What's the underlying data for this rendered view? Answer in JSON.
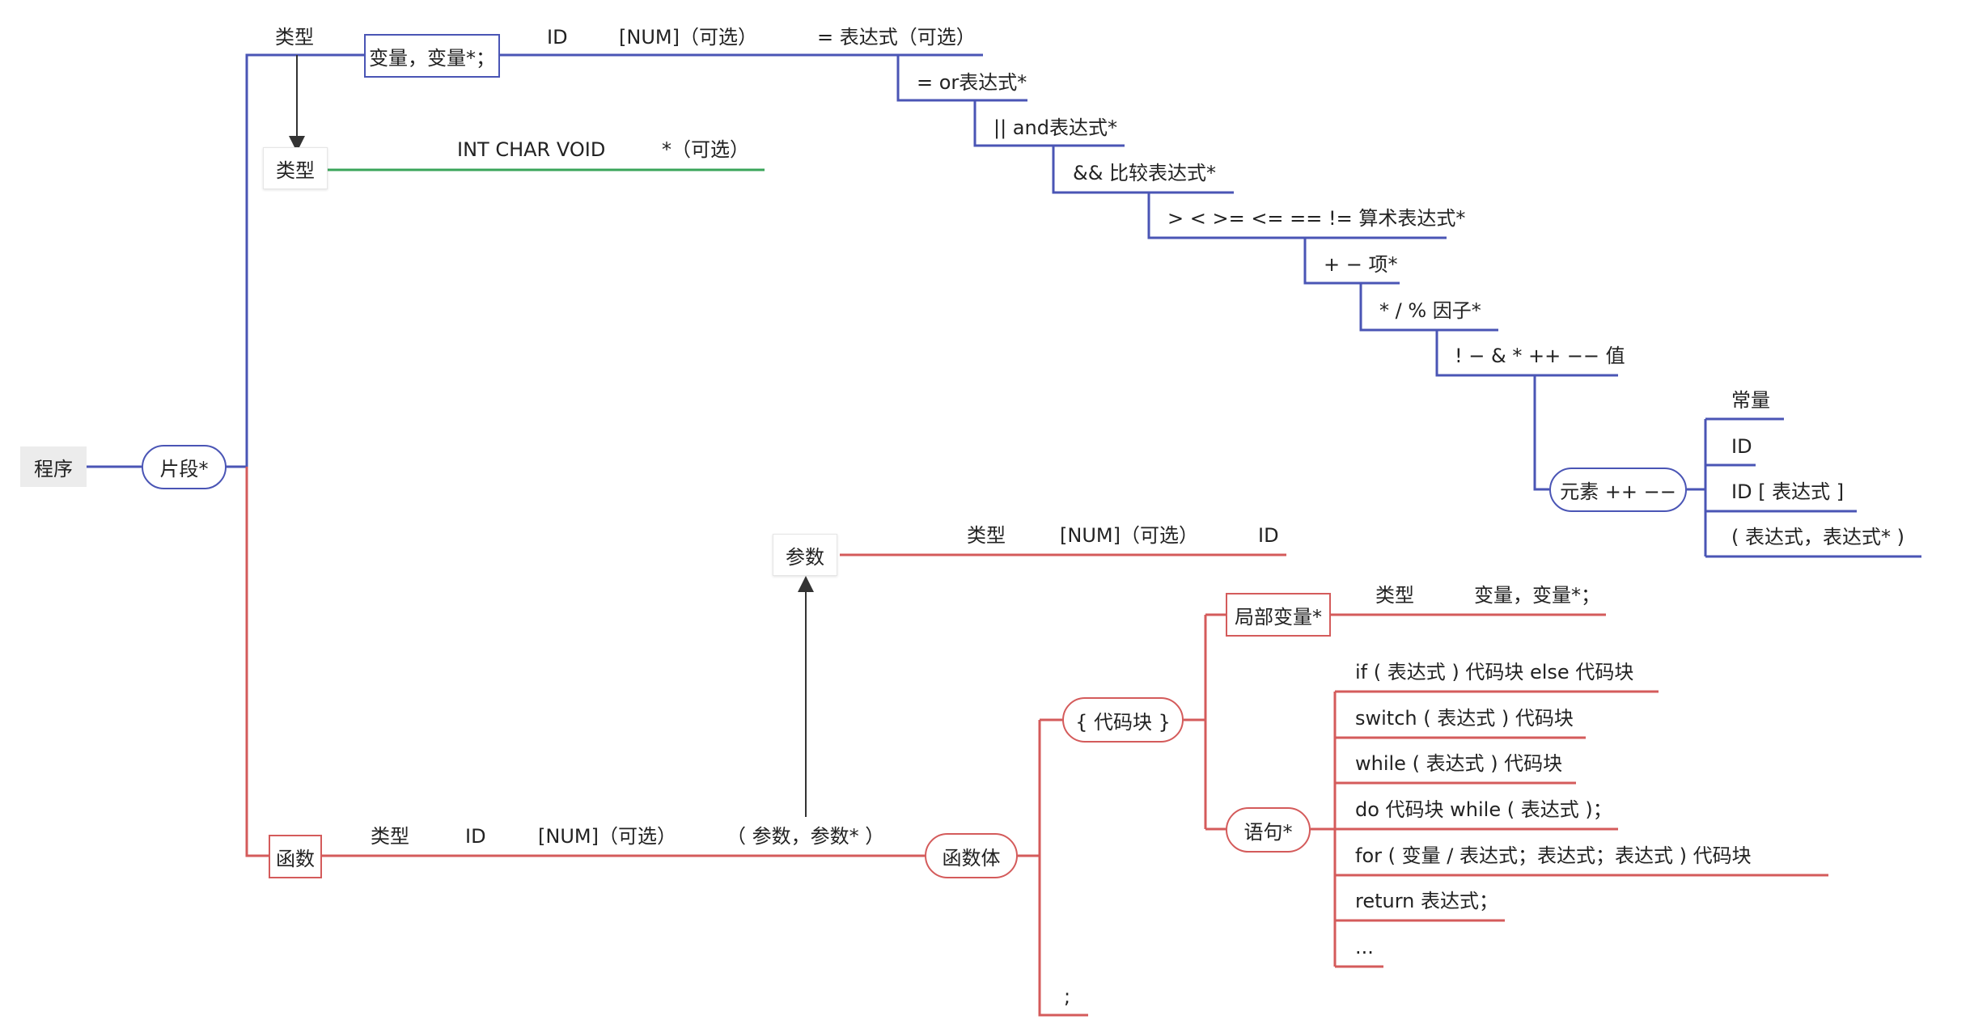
{
  "root": "程序",
  "segment": "片段*",
  "decl": {
    "type_label": "类型",
    "var_box": "变量，变量*；",
    "id": "ID",
    "num_opt": "[NUM]（可选）",
    "init_opt": "= 表达式（可选）",
    "type_box": "类型",
    "type_values": "INT CHAR VOID",
    "ptr_opt": "*（可选）"
  },
  "expr_chain": [
    "= or表达式*",
    "|| and表达式*",
    "&& 比较表达式*",
    "> < >= <= == != 算术表达式*",
    "+ − 项*",
    "* / % 因子*",
    "! − & * ++ −− 值"
  ],
  "element": {
    "label": "元素 ++ −−",
    "children": [
      "常量",
      "ID",
      "ID [ 表达式 ]",
      "( 表达式，表达式* )"
    ]
  },
  "param": {
    "box": "参数",
    "type": "类型",
    "num_opt": "[NUM]（可选）",
    "id": "ID"
  },
  "func": {
    "box": "函数",
    "type": "类型",
    "id": "ID",
    "num_opt": "[NUM]（可选）",
    "params": "（ 参数，参数* ）",
    "body": "函数体",
    "semicolon": ";"
  },
  "block": {
    "label": "{ 代码块 }",
    "local_vars": "局部变量*",
    "lv_type": "类型",
    "lv_vars": "变量，变量*；",
    "stmt": "语句*",
    "statements": [
      "if ( 表达式 ) 代码块 else 代码块",
      "switch ( 表达式 ) 代码块",
      "while ( 表达式 ) 代码块",
      "do 代码块 while ( 表达式 )；",
      "for ( 变量 / 表达式；表达式；表达式 ) 代码块",
      "return 表达式；",
      "..."
    ]
  },
  "colors": {
    "blue": "#4a55b5",
    "red": "#d45b5b",
    "green": "#3aa55a",
    "grey": "#ececec"
  }
}
